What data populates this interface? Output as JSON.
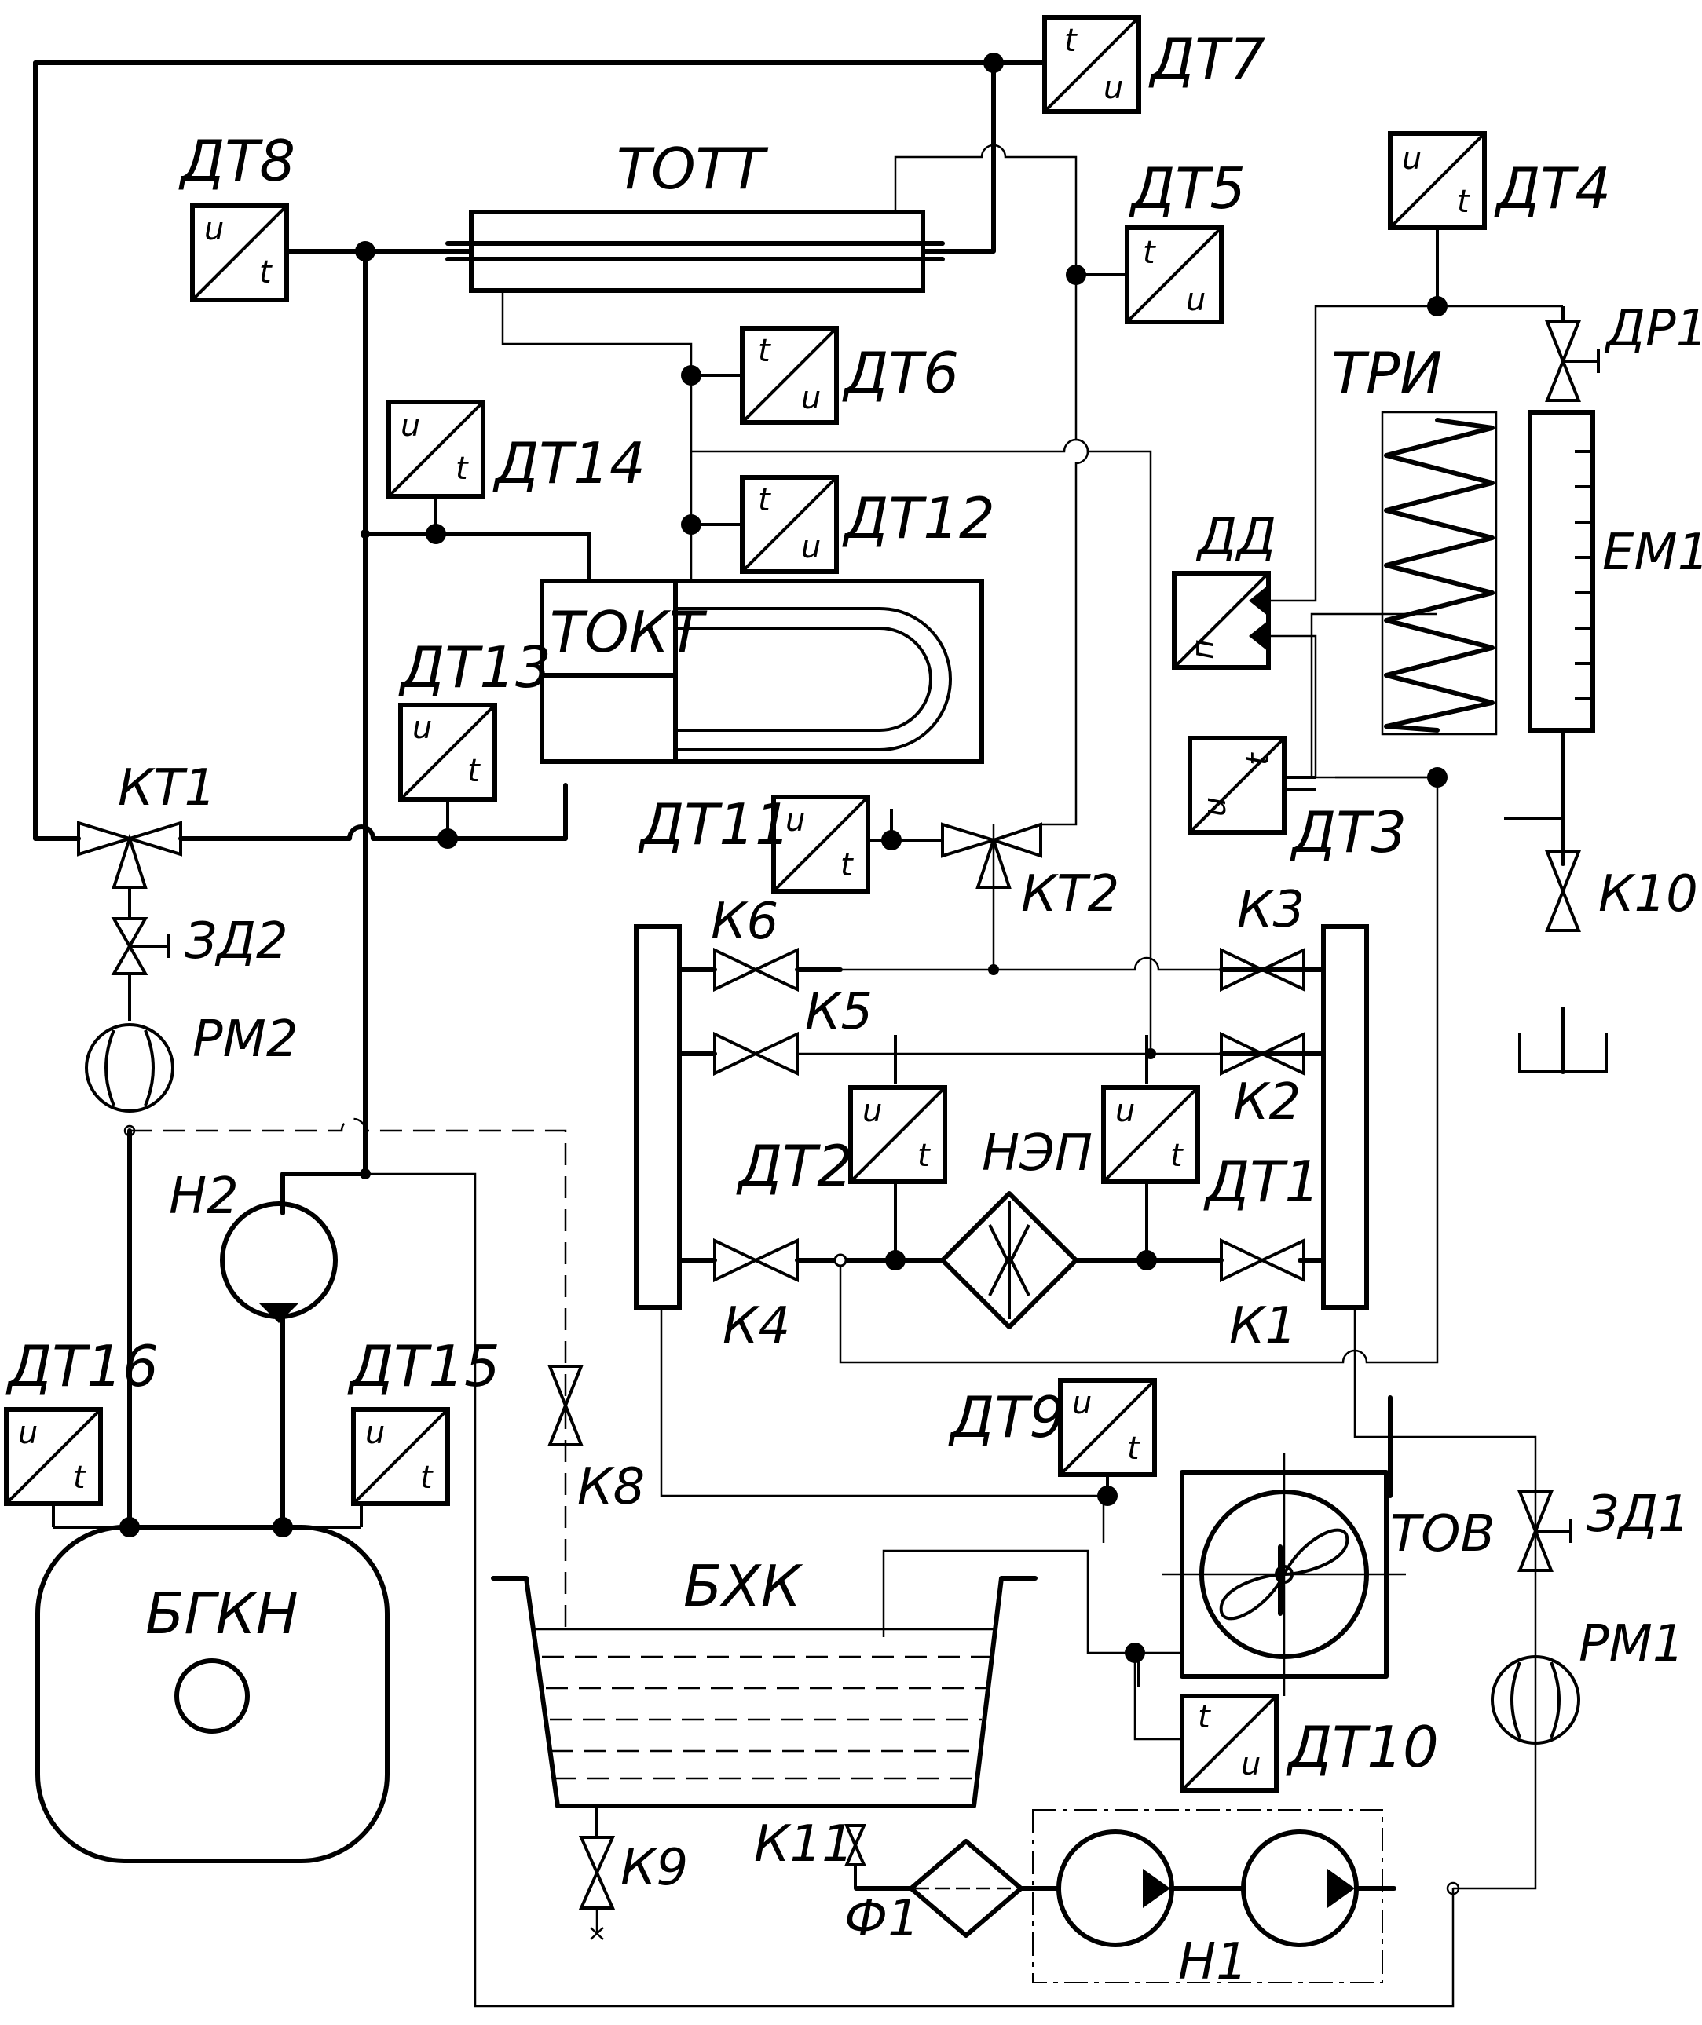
{
  "sensors": {
    "dt1": "ДТ1",
    "dt2": "ДТ2",
    "dt3": "ДТ3",
    "dt4": "ДТ4",
    "dt5": "ДТ5",
    "dt6": "ДТ6",
    "dt7": "ДТ7",
    "dt8": "ДТ8",
    "dt9": "ДТ9",
    "dt10": "ДТ10",
    "dt11": "ДТ11",
    "dt12": "ДТ12",
    "dt13": "ДТ13",
    "dt14": "ДТ14",
    "dt15": "ДТ15",
    "dt16": "ДТ16",
    "dd": "ДД"
  },
  "valves": {
    "k1": "К1",
    "k2": "К2",
    "k3": "К3",
    "k4": "К4",
    "k5": "К5",
    "k6": "К6",
    "k8": "К8",
    "k9": "К9",
    "k10": "К10",
    "k11": "К11",
    "kt1": "КТ1",
    "kt2": "КТ2",
    "zd1": "ЗД1",
    "zd2": "ЗД2",
    "dr1": "ДР1"
  },
  "units": {
    "tott": "ТОТТ",
    "tokt": "ТОКТ",
    "tri": "ТРИ",
    "em1": "ЕМ1",
    "nep": "НЭП",
    "tov": "ТОВ",
    "bhk": "БХК",
    "bgkn": "БГКН",
    "rm1": "РМ1",
    "rm2": "РМ2",
    "n1": "Н1",
    "n2": "Н2",
    "f1": "Ф1"
  },
  "glyphs": {
    "t": "t",
    "u": "u",
    "p": "п"
  }
}
